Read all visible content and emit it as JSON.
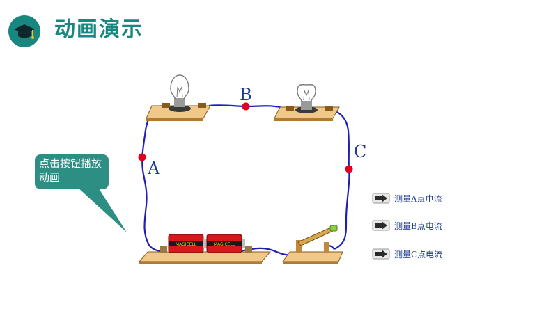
{
  "header": {
    "title": "动画演示",
    "icon": "graduation-cap-icon",
    "accent_color": "#17877f"
  },
  "circuit": {
    "points": [
      {
        "id": "A",
        "label": "A"
      },
      {
        "id": "B",
        "label": "B"
      },
      {
        "id": "C",
        "label": "C"
      }
    ],
    "battery_brand": "MAGICELL",
    "wire_color": "#1f1fb8",
    "point_color": "#e0001b"
  },
  "callout": {
    "text": "点击按钮播放动画",
    "color": "#2d8e83"
  },
  "buttons": [
    {
      "label": "测量A点电流"
    },
    {
      "label": "测量B点电流"
    },
    {
      "label": "测量C点电流"
    }
  ]
}
